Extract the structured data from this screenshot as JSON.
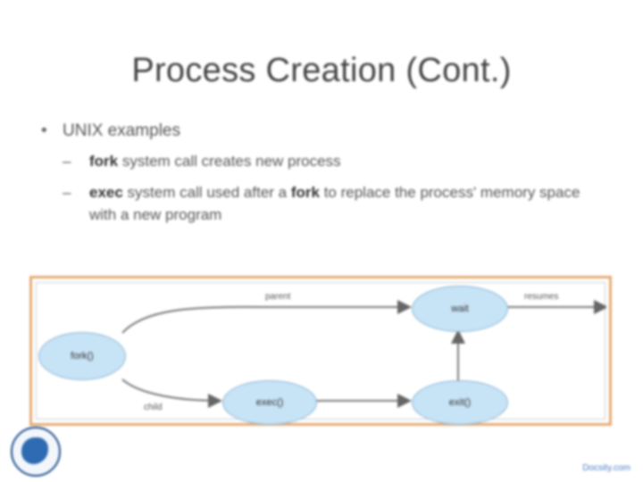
{
  "slide": {
    "title": "Process Creation (Cont.)",
    "bullet": "UNIX examples",
    "sub_bullets": [
      {
        "dash": "–",
        "keyword": "fork",
        "text": " system call creates new process"
      },
      {
        "dash": "–",
        "keyword": "exec",
        "text_a": " system call used after a ",
        "keyword2": "fork",
        "text_b": " to replace the process' memory space with a new program"
      }
    ]
  },
  "diagram": {
    "nodes": {
      "fork": "fork()",
      "wait": "wait",
      "exec": "exec()",
      "exit": "exit()"
    },
    "labels": {
      "parent": "parent",
      "child": "child",
      "resumes": "resumes"
    }
  },
  "footer": {
    "site": "Docsity.com"
  },
  "colors": {
    "frame": "#e6aa73",
    "node_fill": "#c7e3f6",
    "logo": "#1f4f8c"
  }
}
